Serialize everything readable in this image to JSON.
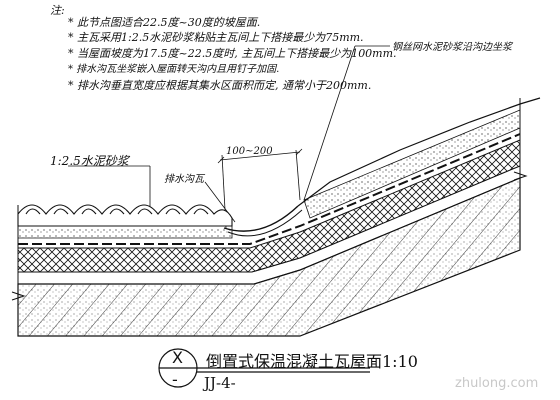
{
  "notes": {
    "heading": "注:",
    "items": [
      "* 此节点图适合22.5度~30度的坡屋面.",
      "* 主瓦采用1:2.5水泥砂浆粘贴主瓦间上下搭接最少为75mm.",
      "* 当屋面坡度为17.5度~22.5度时, 主瓦间上下搭接最少为100mm.",
      "* 排水沟瓦坐浆嵌入屋面转天沟内且用钉子加固.",
      "* 排水沟垂直宽度应根据其集水区面积而定, 通常小于200mm."
    ]
  },
  "labels": {
    "mesh_mortar": "钢丝网水泥砂浆沿沟边坐浆",
    "mortar_ratio": "1:2.5水泥砂浆",
    "drain_tile": "排水沟瓦",
    "dimension": "100~200"
  },
  "title_block": {
    "detail_number": "X",
    "drawing_number": "JJ-4-",
    "title": "倒置式保温混凝土瓦屋面1:10"
  },
  "watermark": "zhulong.com",
  "colors": {
    "ink": "#111111",
    "paper": "#ffffff"
  }
}
